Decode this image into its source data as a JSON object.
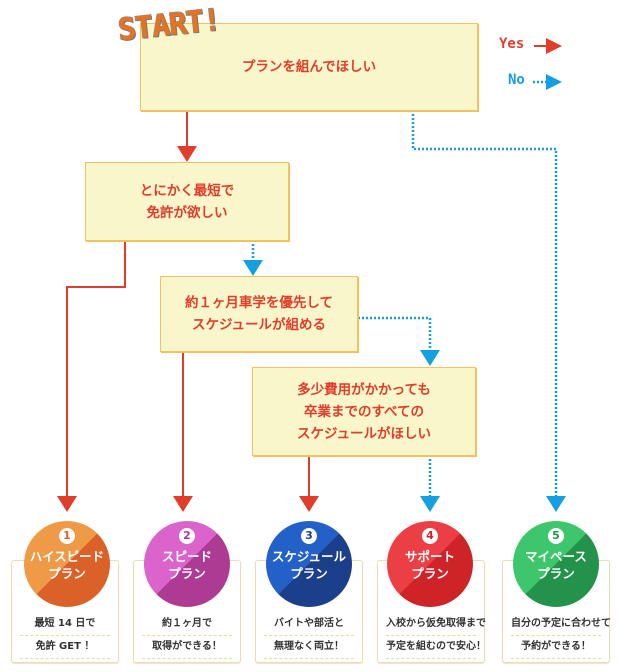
{
  "start_label": "START!",
  "legend": {
    "yes_label": "Yes",
    "no_label": "No",
    "yes_color": "#e03d2b",
    "no_color": "#139fe0"
  },
  "questions": [
    {
      "id": "q1",
      "lines": [
        "プランを組んでほしい"
      ]
    },
    {
      "id": "q2",
      "lines": [
        "とにかく最短で",
        "免許が欲しい"
      ]
    },
    {
      "id": "q3",
      "lines": [
        "約１ヶ月車学を優先して",
        "スケジュールが組める"
      ]
    },
    {
      "id": "q4",
      "lines": [
        "多少費用がかかっても",
        "卒業までのすべての",
        "スケジュールがほしい"
      ]
    }
  ],
  "plans": [
    {
      "number": "1",
      "name_lines": [
        "ハイスピード",
        "プラン"
      ],
      "desc_lines": [
        "最短 14 日で",
        "免許 GET ！"
      ],
      "color_light": "#ef9a46",
      "color_dark": "#da6128"
    },
    {
      "number": "2",
      "name_lines": [
        "スピード",
        "プラン"
      ],
      "desc_lines": [
        "約１ヶ月で",
        "取得ができる！"
      ],
      "color_light": "#db63cc",
      "color_dark": "#ae3b93"
    },
    {
      "number": "3",
      "name_lines": [
        "スケジュール",
        "プラン"
      ],
      "desc_lines": [
        "バイトや部活と",
        "無理なく両立！"
      ],
      "color_light": "#2360c8",
      "color_dark": "#1c3f8c"
    },
    {
      "number": "4",
      "name_lines": [
        "サポート",
        "プラン"
      ],
      "desc_lines": [
        "入校から仮免取得まで",
        "予定を組むので安心！"
      ],
      "color_light": "#ec3f45",
      "color_dark": "#cf2427"
    },
    {
      "number": "5",
      "name_lines": [
        "マイペース",
        "プラン"
      ],
      "desc_lines": [
        "自分の予定に合わせて",
        "予約ができる！"
      ],
      "color_light": "#3ec66c",
      "color_dark": "#23924a"
    }
  ]
}
